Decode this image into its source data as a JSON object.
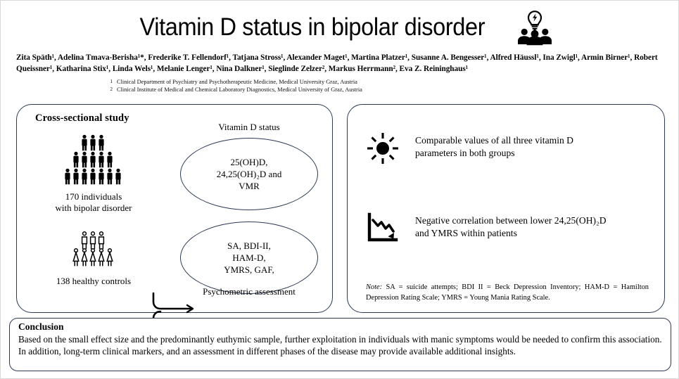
{
  "header": {
    "title": "Vitamin D status in bipolar disorder",
    "title_icon": "people-lightbulb-icon",
    "authors": "Zita Späth¹, Adelina Tmava-Berisha¹*, Frederike T. Fellendorf¹, Tatjana Stross¹, Alexander Maget¹, Martina Platzer¹, Susanne A. Bengesser¹, Alfred Häussl¹, Ina Zwigl¹, Armin Birner¹, Robert Queissner¹, Katharina Stix¹, Linda Wels¹, Melanie Lenger¹, Nina Dalkner¹, Sieglinde Zelzer², Markus Herrmann², Eva Z. Reininghaus¹",
    "affiliations": [
      {
        "num": "1",
        "text": "Clinical Department of Psychiatry and Psychotherapeutic Medicine, Medical University Graz, Austria"
      },
      {
        "num": "2",
        "text": "Clinical Institute of Medical and Chemical Laboratory Diagnostics, Medical University of Graz, Austria"
      }
    ]
  },
  "left_panel": {
    "heading": "Cross-sectional study",
    "groups": [
      {
        "icon": "people-group-filled-icon",
        "caption_line1": "170 individuals",
        "caption_line2": "with bipolar disorder",
        "count": 170
      },
      {
        "icon": "people-group-outline-icon",
        "caption_line1": "138 healthy controls",
        "caption_line2": "",
        "count": 138
      }
    ],
    "arrow_icon": "merge-arrow-icon",
    "measures": [
      {
        "label": "Vitamin D status",
        "label_position": "above",
        "lines": [
          "25(OH)D,",
          "24,25(OH)₂D and",
          "VMR"
        ]
      },
      {
        "label": "Psychometric assessment",
        "label_position": "below",
        "lines": [
          "SA, BDI-II,",
          "HAM-D,",
          "YMRS, GAF,"
        ]
      }
    ]
  },
  "right_panel": {
    "findings": [
      {
        "icon": "sun-icon",
        "line1": "Comparable values of all three vitamin D",
        "line2": "parameters in both groups"
      },
      {
        "icon": "declining-chart-icon",
        "line1": "Negative correlation between lower 24,25(OH)₂D",
        "line2": "and YMRS within patients"
      }
    ],
    "note_label": "Note:",
    "note_text": " SA = suicide attempts; BDI II = Beck Depression Inventory; HAM-D = Hamilton Depression Rating Scale; YMRS = Young Mania Rating Scale."
  },
  "conclusion": {
    "title": "Conclusion",
    "body": "Based on the small effect size and the predominantly euthymic sample, further exploitation in individuals with manic symptoms would be needed to confirm this association. In addition, long-term clinical markers, and an assessment in different phases of the disease may provide available additional insights."
  },
  "colors": {
    "panel_border": "#2c3a53",
    "text": "#000000",
    "page_border": "#d9d9d9"
  }
}
